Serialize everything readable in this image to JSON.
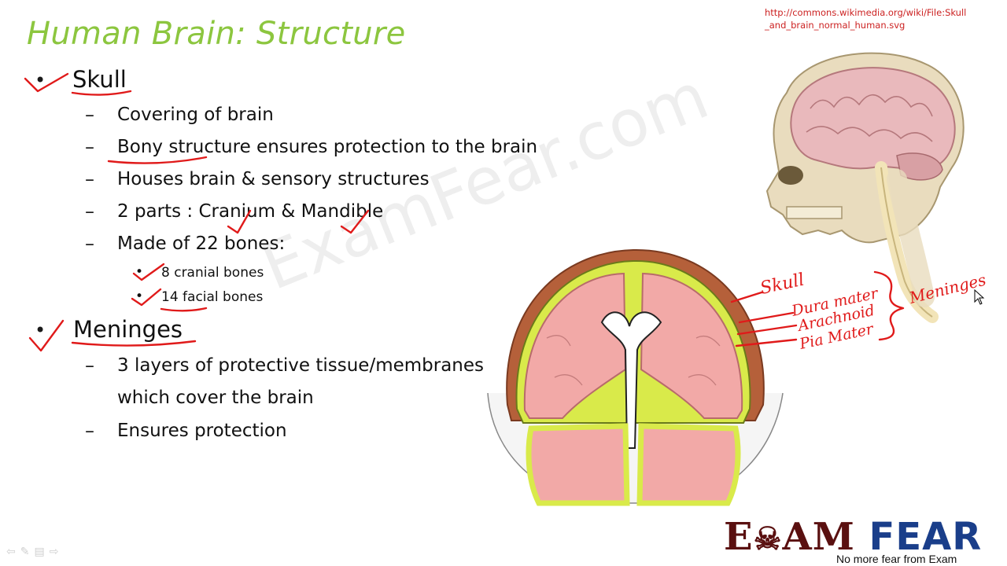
{
  "slide": {
    "title": "Human Brain: Structure",
    "skull": {
      "heading": "Skull",
      "points": [
        "Covering of brain",
        "Bony structure ensures protection to the brain",
        "Houses brain & sensory structures",
        "2 parts : Cranium & Mandible",
        "Made of 22 bones:"
      ],
      "sub_points": [
        "8 cranial bones",
        "14 facial bones"
      ]
    },
    "meninges": {
      "heading": "Meninges",
      "points": [
        "3 layers of protective tissue/membranes",
        "which cover the brain",
        "Ensures protection"
      ]
    }
  },
  "source": {
    "line1": "http://commons.wikimedia.org/wiki/File:Skull",
    "line2": "_and_brain_normal_human.svg"
  },
  "annotations": {
    "labels": [
      "Skull",
      "Dura mater",
      "Arachnoid",
      "Pia Mater",
      "Meninges"
    ]
  },
  "watermark": "ExamFear.com",
  "branding": {
    "logo_left": "E",
    "logo_mid": "AM",
    "logo_right": "FEAR",
    "tagline": "No more fear from Exam"
  },
  "colors": {
    "title": "#8cc63f",
    "annotation": "#e01a1a",
    "logo_dark": "#5a1010",
    "logo_blue": "#1a3e8a"
  }
}
